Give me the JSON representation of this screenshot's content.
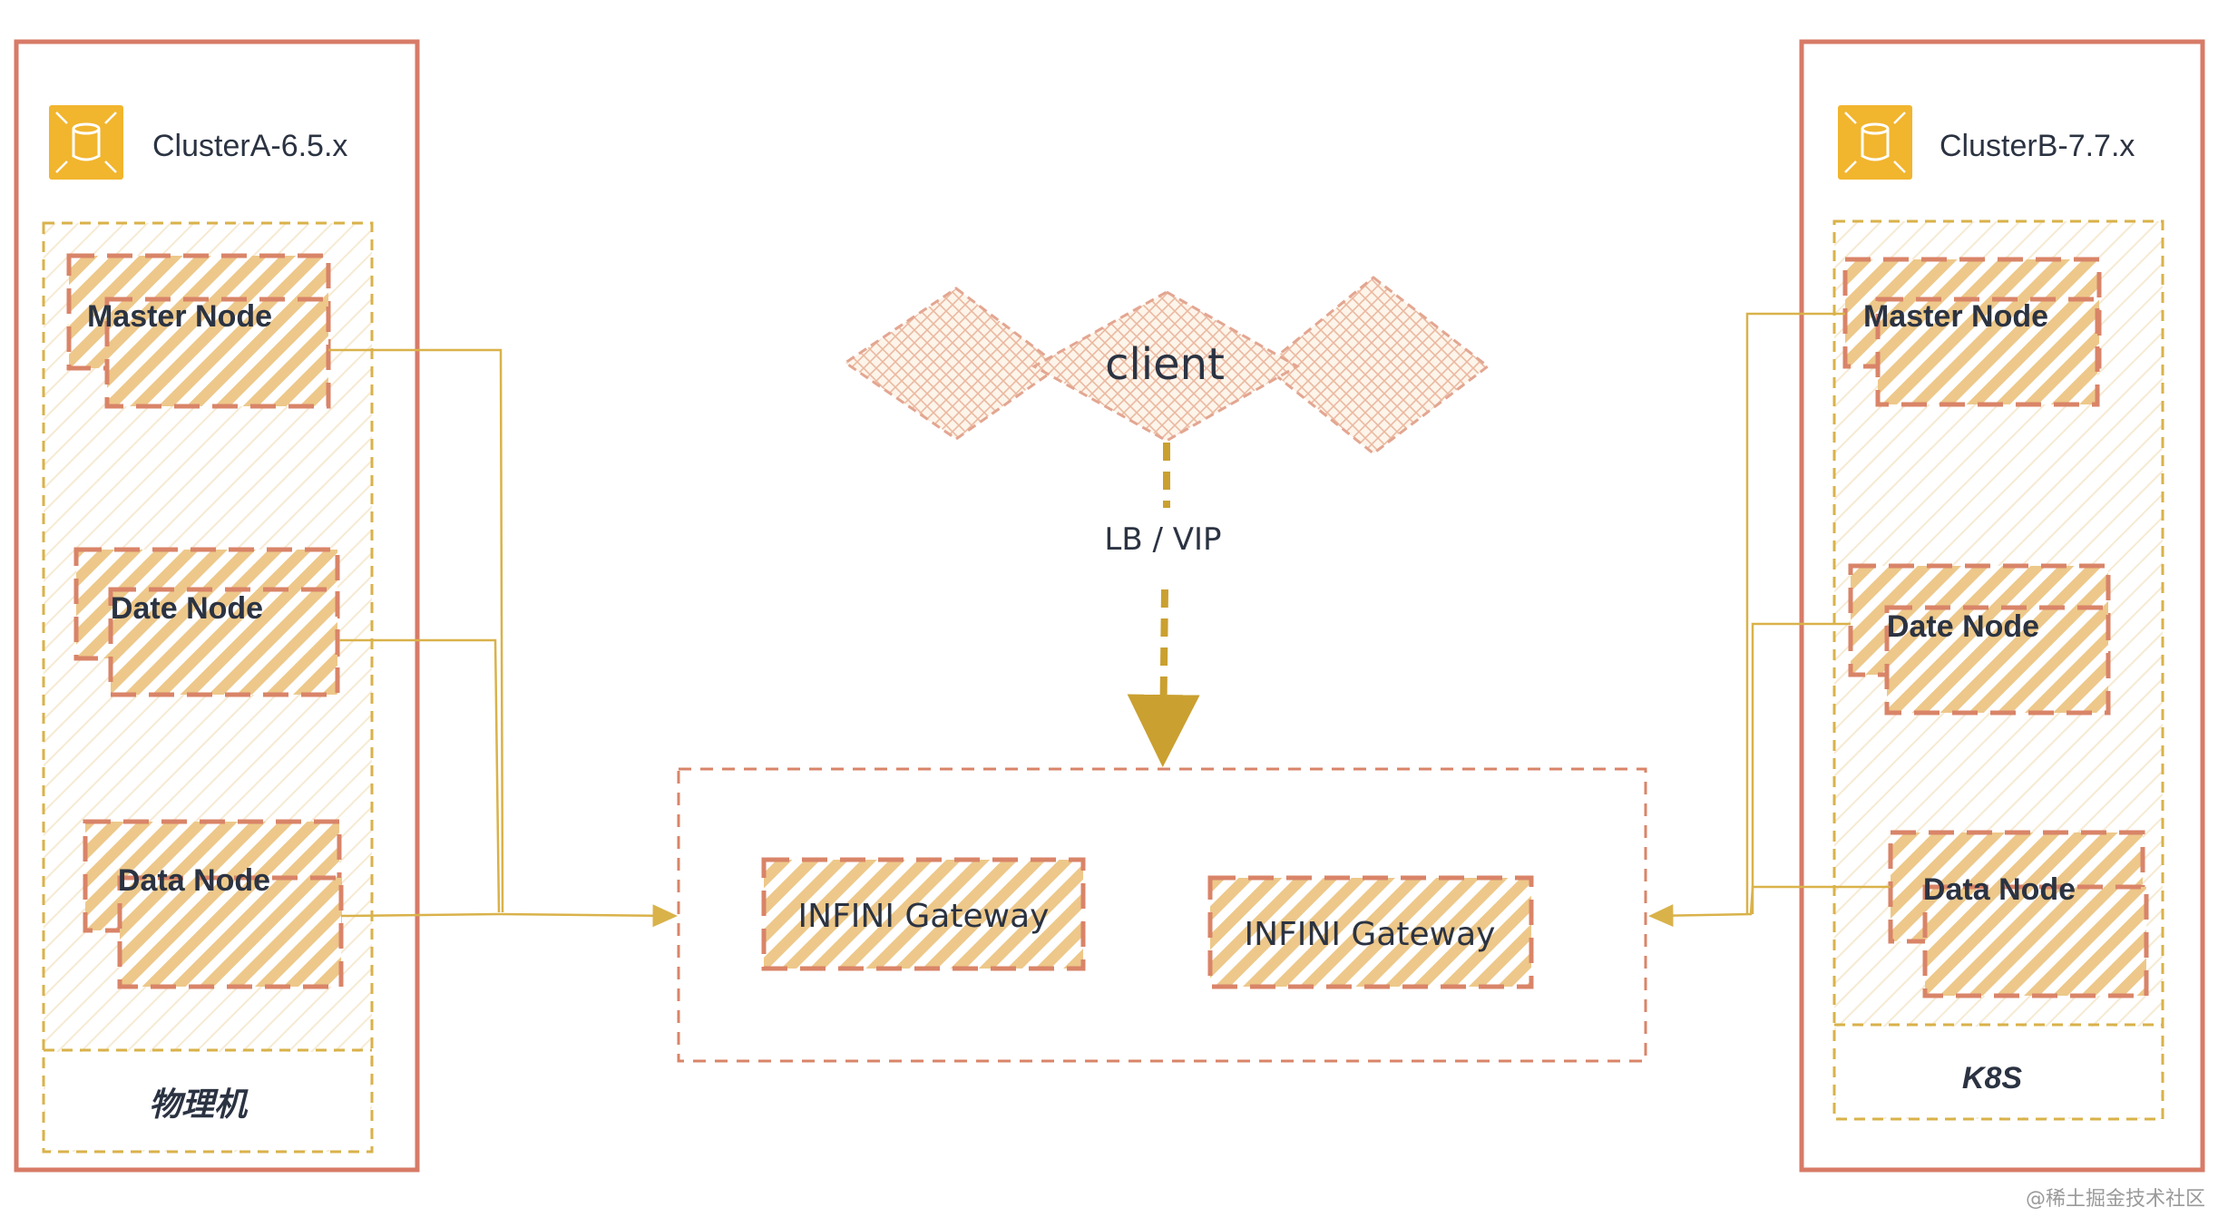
{
  "clusterA": {
    "title": "ClusterA-6.5.x",
    "nodes": [
      "Master Node",
      "Date Node",
      "Data Node"
    ],
    "footer": "物理机"
  },
  "clusterB": {
    "title": "ClusterB-7.7.x",
    "nodes": [
      "Master Node",
      "Date Node",
      "Data Node"
    ],
    "footer": "K8S"
  },
  "client": {
    "label": "client"
  },
  "link": {
    "label": "LB / VIP"
  },
  "gateways": [
    "INFINI Gateway",
    "INFINI Gateway"
  ],
  "watermark": "@稀土掘金技术社区",
  "colors": {
    "cluster_border": "#d77b67",
    "dashed_gold": "#d9b24a",
    "hatch": "#edc88a",
    "node_dash": "#d98468",
    "wire": "#d9b24a",
    "arrow": "#caa030",
    "icon_bg": "#f1b52e",
    "text": "#2b3342"
  },
  "icons": [
    "database-icon",
    "database-icon"
  ]
}
